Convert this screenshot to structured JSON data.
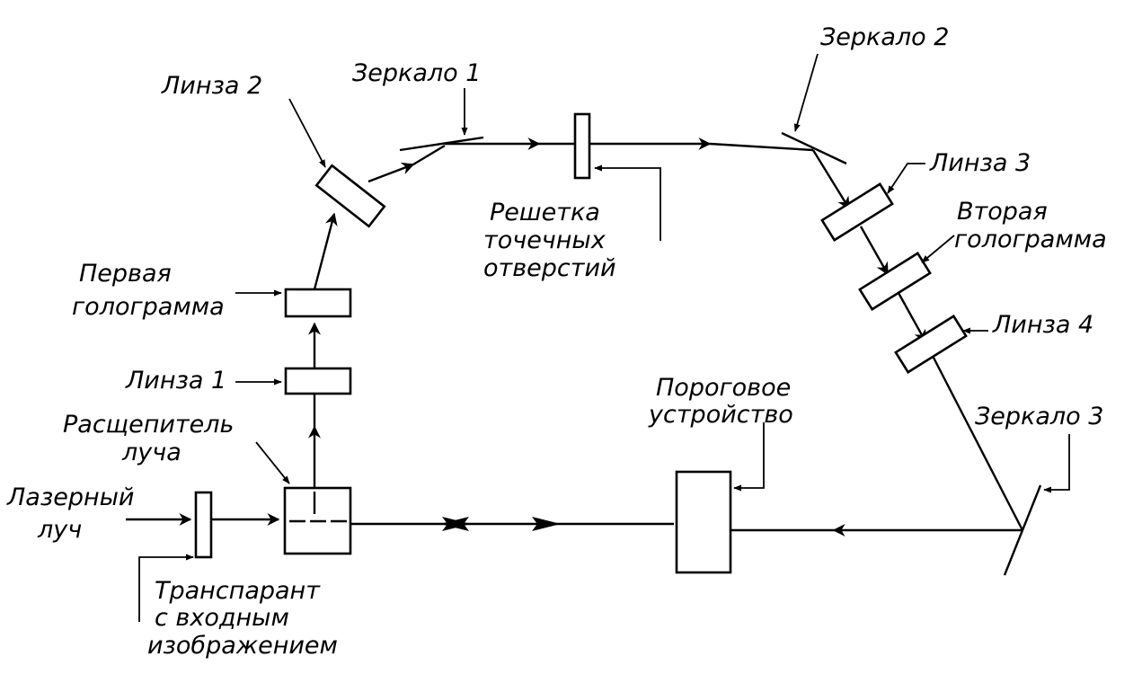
{
  "labels": {
    "laser_beam": [
      "Лазерный",
      "луч"
    ],
    "transparency": [
      "Транспарант",
      "с входным",
      "изображением"
    ],
    "beam_splitter": [
      "Расщепитель",
      "луча"
    ],
    "lens1": "Линза 1",
    "first_hologram": [
      "Первая",
      "голограмма"
    ],
    "lens2": "Линза 2",
    "mirror1": "Зеркало 1",
    "pinhole_array": [
      "Решетка",
      "точечных",
      "отверстий"
    ],
    "mirror2": "Зеркало 2",
    "lens3": "Линза 3",
    "second_hologram": [
      "Вторая",
      "голограмма"
    ],
    "lens4": "Линза 4",
    "mirror3": "Зеркало 3",
    "threshold_device": [
      "Пороговое",
      "устройство"
    ]
  }
}
